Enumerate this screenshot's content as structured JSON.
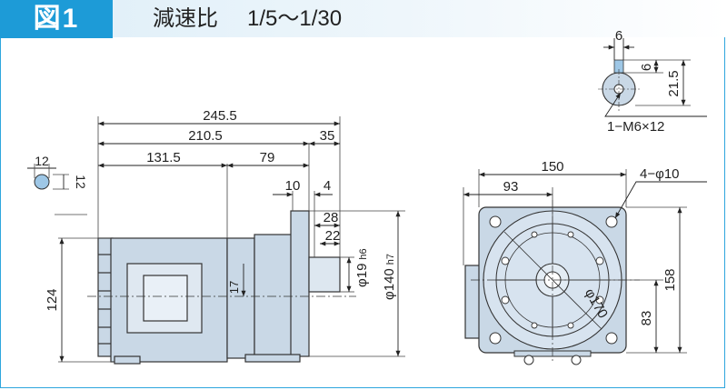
{
  "figure": {
    "badge": "図1",
    "title": "減速比",
    "ratio_range": "1/5～1/30"
  },
  "colors": {
    "accent": "#1d9bd7",
    "body_fill": "#c9d8e6",
    "body_outline": "#333333"
  },
  "dimensions": {
    "overall_length": "245.5",
    "motor_to_flange": "210.5",
    "shaft_length": "35",
    "motor_length": "131.5",
    "gearhead_length": "79",
    "flange_thickness": "10",
    "shaft_step": "4",
    "key_length": "28",
    "key_offset": "22",
    "shaft_diameter": "φ19",
    "shaft_tolerance": "h6",
    "pilot_diameter": "φ140",
    "pilot_tolerance": "h7",
    "height_124": "124",
    "offset_17": "17",
    "small_12_h": "12",
    "small_12_v": "12",
    "width_150": "150",
    "offset_93": "93",
    "holes": "4−φ10",
    "pcd": "φ170",
    "height_158": "158",
    "center_83": "83",
    "shaft_end_6a": "6",
    "shaft_end_6b": "6",
    "shaft_end_21_5": "21.5",
    "tapped_hole": "1−M6×12"
  }
}
